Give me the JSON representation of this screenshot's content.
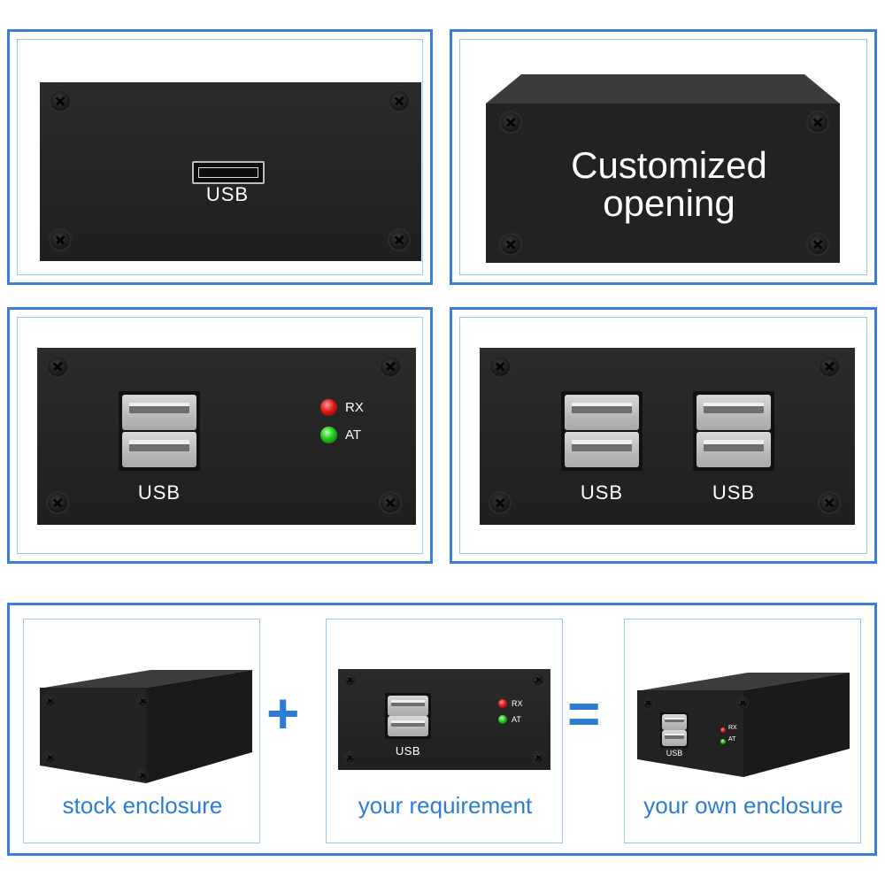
{
  "panels": {
    "single_mini_usb": {
      "port_label": "USB"
    },
    "customized_box": {
      "line1": "Customized",
      "line2": "opening"
    },
    "dual_usb_leds": {
      "port_label": "USB",
      "led_rx": "RX",
      "led_at": "AT"
    },
    "quad_usb": {
      "port_label_left": "USB",
      "port_label_right": "USB"
    }
  },
  "equation": {
    "plus": "+",
    "equals": "=",
    "stock_caption": "stock enclosure",
    "requirement_caption": "your requirement",
    "result_caption": "your own enclosure",
    "requirement_panel": {
      "port_label": "USB",
      "led_rx": "RX",
      "led_at": "AT"
    },
    "result_box": {
      "port_label": "USB",
      "led_rx": "RX",
      "led_at": "AT"
    }
  },
  "colors": {
    "accent": "#3a7fd5",
    "caption": "#2d7cd3",
    "panel": "#232323",
    "led_red": "#e01818",
    "led_green": "#22c51b"
  },
  "icons": [
    "screw-icon",
    "usb-port-icon",
    "led-icon"
  ]
}
